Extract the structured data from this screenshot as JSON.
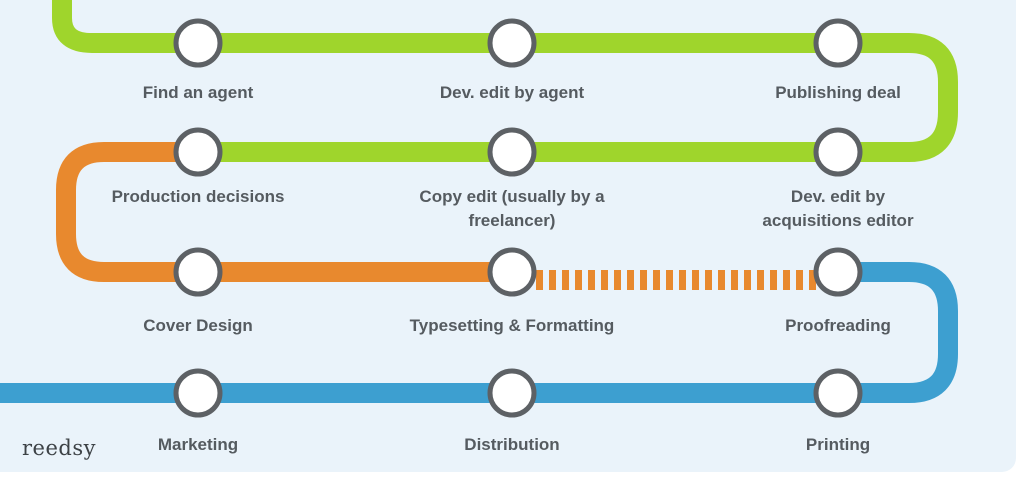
{
  "colors": {
    "green": "#9fd52c",
    "orange": "#e8892e",
    "blue": "#3d9fd0",
    "station_stroke": "#5d6165",
    "station_fill": "#ffffff",
    "background": "#eaf3fa",
    "label": "#555b60"
  },
  "brand": {
    "logo_text": "reedsy"
  },
  "rows": [
    {
      "line": "green",
      "stations": [
        "Find an agent",
        "Dev. edit by agent",
        "Publishing deal"
      ]
    },
    {
      "line": "green",
      "stations": [
        "Production decisions",
        "Copy edit (usually by a freelancer)",
        "Dev. edit by acquisitions editor"
      ]
    },
    {
      "line": "orange",
      "stations": [
        "Cover Design",
        "Typesetting & Formatting",
        "Proofreading"
      ]
    },
    {
      "line": "blue",
      "stations": [
        "Marketing",
        "Distribution",
        "Printing"
      ]
    }
  ]
}
